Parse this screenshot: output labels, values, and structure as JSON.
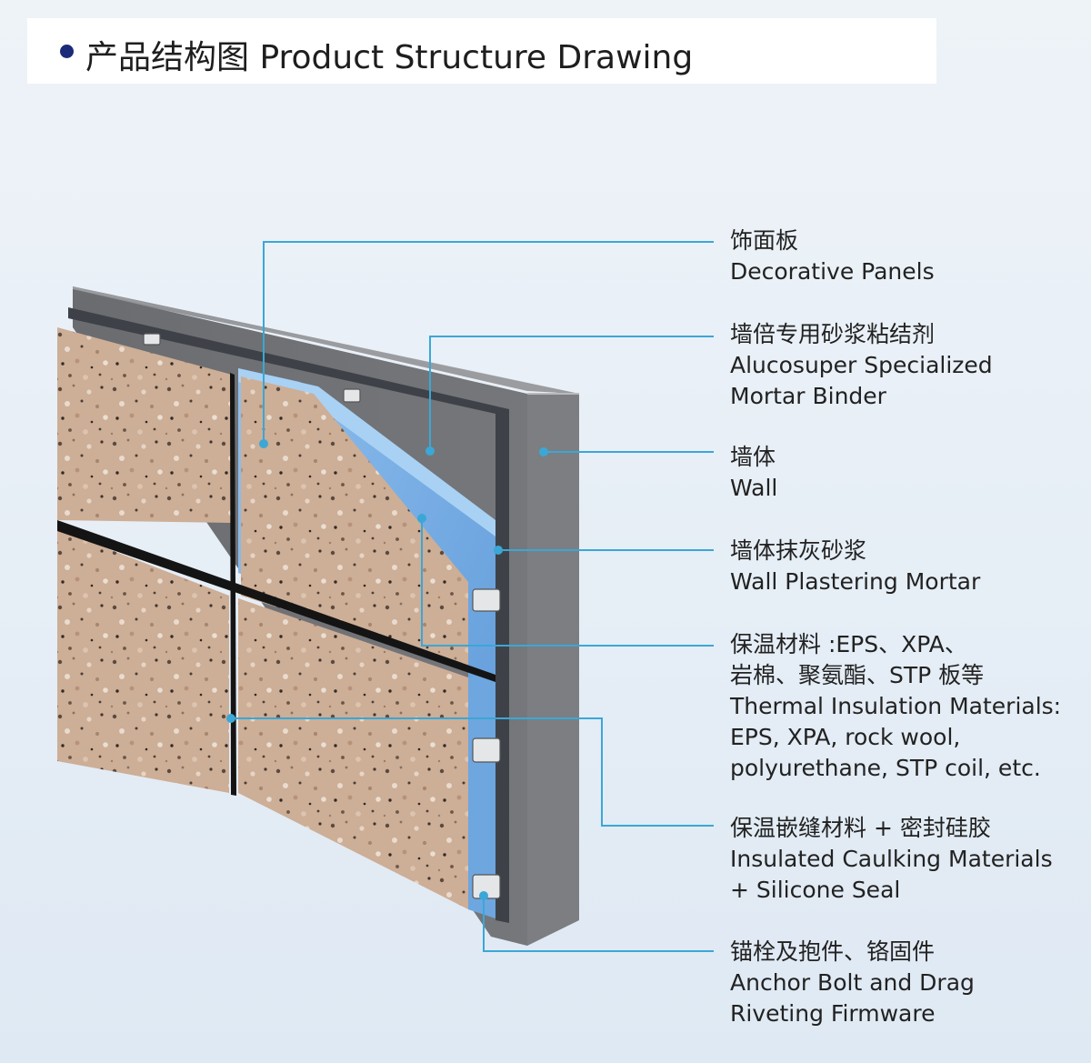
{
  "header": {
    "title": "产品结构图 Product Structure Drawing"
  },
  "colors": {
    "leader_line": "#3ba7d6",
    "insulation": "#6ea6e0",
    "wall": "#6e7074",
    "panel_stone": "#c9aa92",
    "header_dot": "#1b2b7a"
  },
  "callouts": [
    {
      "zh": "饰面板",
      "en": [
        "Decorative Panels"
      ]
    },
    {
      "zh": "墙倍专用砂浆粘结剂",
      "en": [
        "Alucosuper Specialized",
        "Mortar Binder"
      ]
    },
    {
      "zh": "墙体",
      "en": [
        "Wall"
      ]
    },
    {
      "zh": "墙体抹灰砂浆",
      "en": [
        "Wall Plastering Mortar"
      ]
    },
    {
      "zh": "保温材料 :EPS、XPA、",
      "zh2": "岩棉、聚氨酯、STP 板等",
      "en": [
        "Thermal Insulation Materials:",
        "EPS, XPA, rock wool,",
        "polyurethane, STP coil, etc."
      ]
    },
    {
      "zh": "保温嵌缝材料 + 密封硅胶",
      "en": [
        "Insulated Caulking Materials",
        "+ Silicone Seal"
      ]
    },
    {
      "zh": "锚栓及抱件、铬固件",
      "en": [
        "Anchor Bolt and Drag",
        "Riveting Firmware"
      ]
    }
  ]
}
